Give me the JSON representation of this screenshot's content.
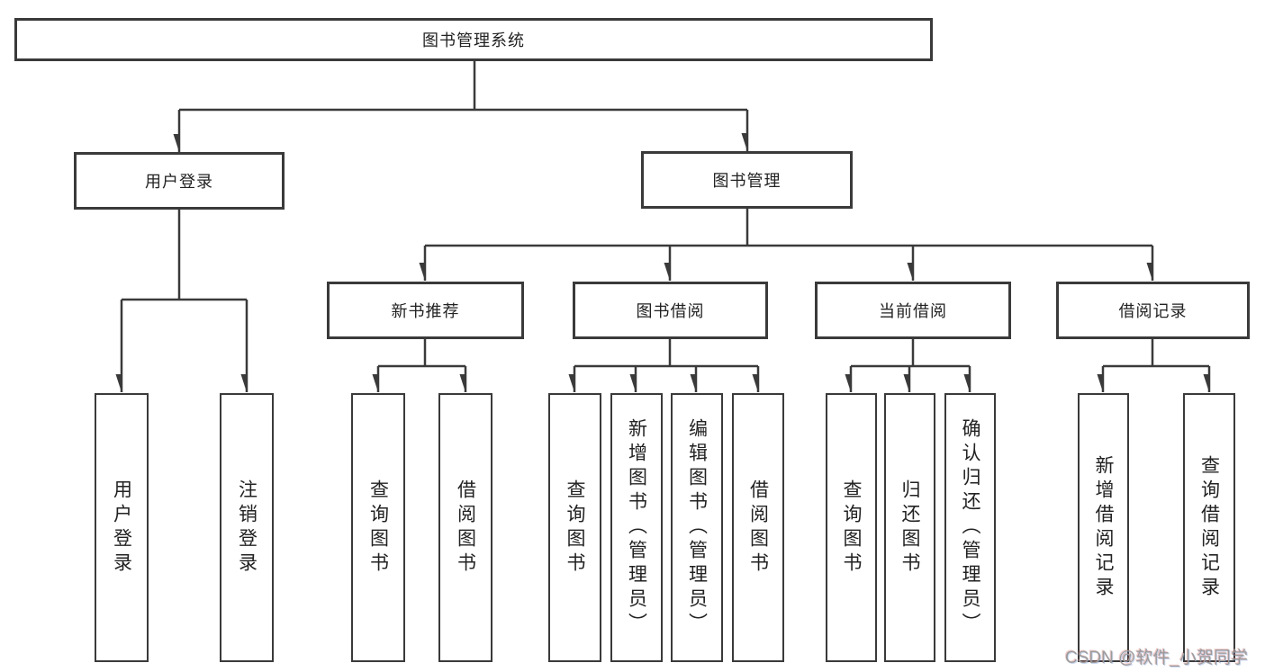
{
  "colors": {
    "line": "#3a3a3a",
    "box_border": "#3a3a3a",
    "text": "#222222",
    "background": "#ffffff",
    "watermark": "#9c9c9c"
  },
  "nodes": {
    "root": "图书管理系统",
    "user_login": "用户登录",
    "book_management": "图书管理",
    "new_book_recommend": "新书推荐",
    "book_borrow": "图书借阅",
    "current_borrow": "当前借阅",
    "borrow_records": "借阅记录",
    "leaf_user_login": "用户登录",
    "leaf_logout": "注销登录",
    "leaf_query_books_recommend": "查询图书",
    "leaf_borrow_books_recommend": "借阅图书",
    "leaf_query_books_borrow": "查询图书",
    "leaf_add_books_admin": "新增图书（管理员）",
    "leaf_edit_books_admin": "编辑图书（管理员）",
    "leaf_borrow_books_borrow": "借阅图书",
    "leaf_query_books_current": "查询图书",
    "leaf_return_books": "归还图书",
    "leaf_confirm_return_admin": "确认归还（管理员）",
    "leaf_add_borrow_record": "新增借阅记录",
    "leaf_query_borrow_record": "查询借阅记录"
  },
  "watermark": "CSDN @软件_小贺同学"
}
